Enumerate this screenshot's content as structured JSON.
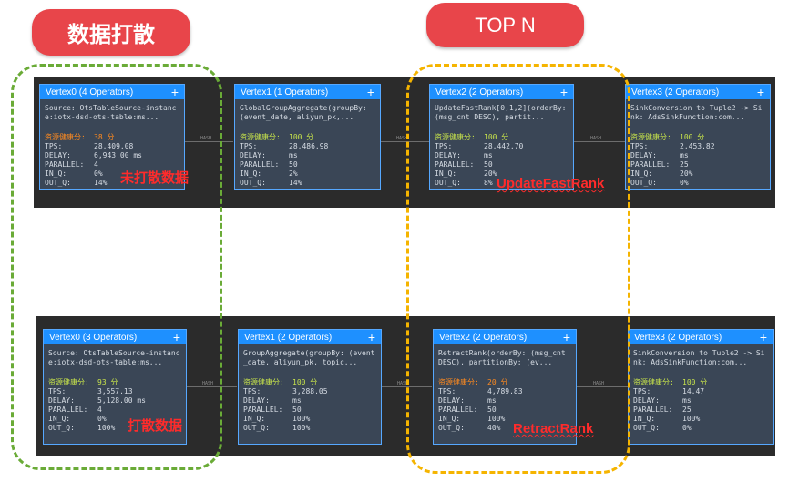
{
  "callouts": {
    "left": "数据打散",
    "right": "TOP N"
  },
  "annotations": {
    "top_left": "未打散数据",
    "bottom_left": "打散数据",
    "top_rank": "UpdateFastRank",
    "bottom_rank": "RetractRank"
  },
  "edge_label": "HASH",
  "colors": {
    "card_header": "#1e90ff",
    "card_body": "#3a4656",
    "band": "#2b2b2b",
    "callout": "#e8454a",
    "green_dash": "#6aab37",
    "yellow_dash": "#f5b400"
  },
  "metric_labels": {
    "health": "资源健康分:",
    "tps": "TPS:",
    "delay": "DELAY:",
    "parallel": "PARALLEL:",
    "in_q": "IN_Q:",
    "out_q": "OUT_Q:"
  },
  "top_row": [
    {
      "title": "Vertex0 (4 Operators)",
      "source": "Source: OtsTableSource-instanc\ne:iotx-dsd-ots-table:ms...",
      "health": "38 分",
      "tps": "28,409.08",
      "delay": "6,943.00 ms",
      "parallel": "4",
      "in_q": "0%",
      "out_q": "14%"
    },
    {
      "title": "Vertex1 (1 Operators)",
      "source": "GlobalGroupAggregate(groupBy:\n(event_date, aliyun_pk,...",
      "health": "100 分",
      "tps": "28,486.98",
      "delay": "ms",
      "parallel": "50",
      "in_q": "2%",
      "out_q": "14%"
    },
    {
      "title": "Vertex2 (2 Operators)",
      "source": "UpdateFastRank[0,1,2](orderBy:\n(msg_cnt DESC), partit...",
      "health": "100 分",
      "tps": "28,442.70",
      "delay": "ms",
      "parallel": "50",
      "in_q": "20%",
      "out_q": "8%"
    },
    {
      "title": "Vertex3 (2 Operators)",
      "source": "SinkConversion to Tuple2 -> Si\nnk: AdsSinkFunction:com...",
      "health": "100 分",
      "tps": "2,453.82",
      "delay": "ms",
      "parallel": "25",
      "in_q": "20%",
      "out_q": "0%"
    }
  ],
  "bottom_row": [
    {
      "title": "Vertex0 (3 Operators)",
      "source": "Source: OtsTableSource-instanc\ne:iotx-dsd-ots-table:ms...",
      "health": "93 分",
      "tps": "3,557.13",
      "delay": "5,128.00 ms",
      "parallel": "4",
      "in_q": "0%",
      "out_q": "100%"
    },
    {
      "title": "Vertex1 (2 Operators)",
      "source": "GroupAggregate(groupBy: (event\n_date, aliyun_pk, topic...",
      "health": "100 分",
      "tps": "3,288.05",
      "delay": "ms",
      "parallel": "50",
      "in_q": "100%",
      "out_q": "100%"
    },
    {
      "title": "Vertex2 (2 Operators)",
      "source": "RetractRank(orderBy: (msg_cnt\nDESC), partitionBy: (ev...",
      "health": "20 分",
      "tps": "4,789.83",
      "delay": "ms",
      "parallel": "50",
      "in_q": "100%",
      "out_q": "40%"
    },
    {
      "title": "Vertex3 (2 Operators)",
      "source": "SinkConversion to Tuple2 -> Si\nnk: AdsSinkFunction:com...",
      "health": "100 分",
      "tps": "14.47",
      "delay": "ms",
      "parallel": "25",
      "in_q": "100%",
      "out_q": "0%"
    }
  ]
}
